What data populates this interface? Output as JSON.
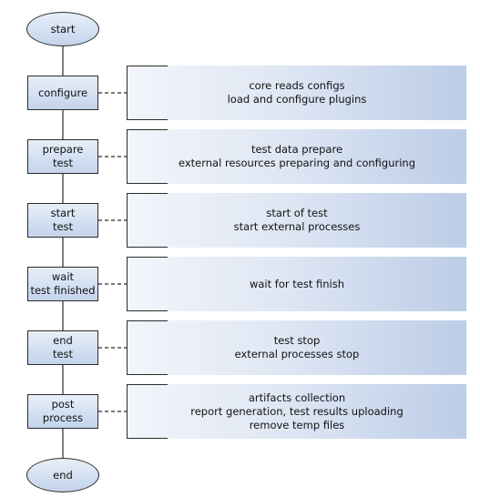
{
  "flow": {
    "start": "start",
    "end": "end",
    "steps": [
      {
        "box": [
          "configure"
        ],
        "note": [
          "core reads configs",
          "load and configure plugins"
        ]
      },
      {
        "box": [
          "prepare",
          "test"
        ],
        "note": [
          "test data prepare",
          "external resources preparing and configuring"
        ]
      },
      {
        "box": [
          "start",
          "test"
        ],
        "note": [
          "start of test",
          "start external processes"
        ]
      },
      {
        "box": [
          "wait",
          "test finished"
        ],
        "note": [
          "wait for test finish"
        ]
      },
      {
        "box": [
          "end",
          "test"
        ],
        "note": [
          "test stop",
          "external processes stop"
        ]
      },
      {
        "box": [
          "post",
          "process"
        ],
        "note": [
          "artifacts collection",
          "report generation, test results uploading",
          "remove temp files"
        ]
      }
    ]
  },
  "colors": {
    "box_top": "#e8eef8",
    "box_bottom": "#c4d4ec",
    "line": "#2b2b2b"
  }
}
